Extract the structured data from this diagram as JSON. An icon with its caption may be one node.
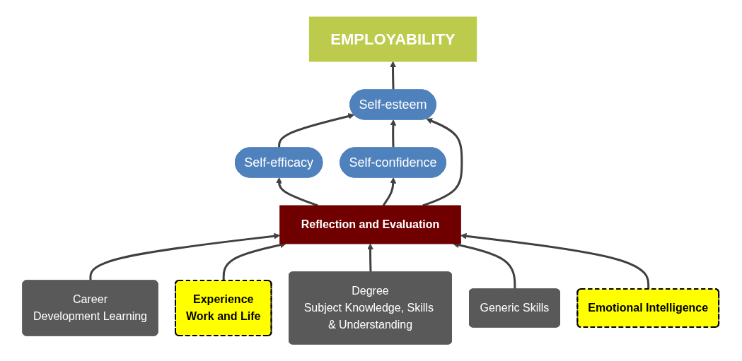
{
  "diagram": {
    "nodes": [
      {
        "text": [
          "EMPLOYABILITY"
        ]
      },
      {
        "text": [
          "Self-esteem"
        ]
      },
      {
        "text": [
          "Self-efficacy"
        ]
      },
      {
        "text": [
          "Self-confidence"
        ]
      },
      {
        "text": [
          "Reflection and Evaluation"
        ]
      },
      {
        "text": [
          "Career",
          "Development Learning"
        ]
      },
      {
        "text": [
          "Experience",
          "Work and Life"
        ]
      },
      {
        "text": [
          "Degree",
          "Subject Knowledge, Skills & Understanding"
        ]
      },
      {
        "text": [
          "Generic Skills"
        ]
      },
      {
        "text": [
          "Emotional Intelligence"
        ]
      }
    ],
    "edges": [
      {
        "from": 1,
        "to": 0,
        "arrow": "to"
      },
      {
        "from": 2,
        "to": 1,
        "arrow": "to"
      },
      {
        "from": 3,
        "to": 1,
        "arrow": "to"
      },
      {
        "from": 4,
        "to": 1,
        "arrow": "to"
      },
      {
        "from": 4,
        "to": 2,
        "arrow": "to"
      },
      {
        "from": 4,
        "to": 3,
        "arrow": "to"
      },
      {
        "from": 5,
        "to": 4,
        "arrow": "to"
      },
      {
        "from": 6,
        "to": 4,
        "arrow": "to"
      },
      {
        "from": 7,
        "to": 4,
        "arrow": "to"
      },
      {
        "from": 8,
        "to": 4,
        "arrow": "to"
      },
      {
        "from": 9,
        "to": 4,
        "arrow": "to"
      }
    ]
  }
}
